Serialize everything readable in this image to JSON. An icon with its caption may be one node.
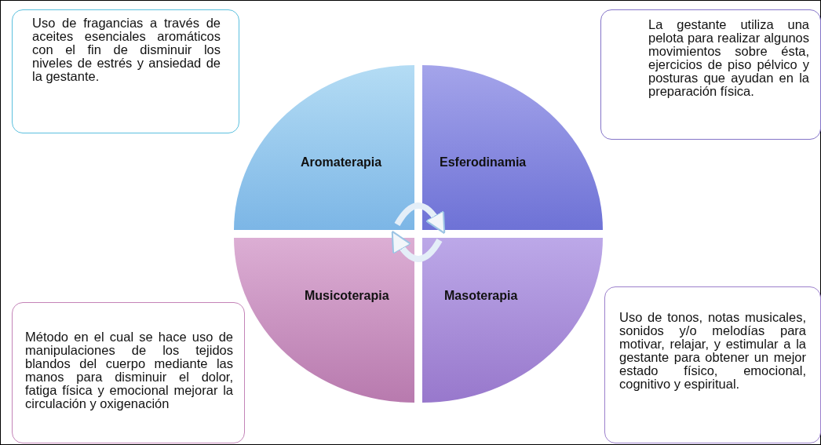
{
  "diagram": {
    "nodes": [
      {
        "text": [
          "Uso de fragancias a través de aceites esenciales aromáticos con el fin de disminuir los niveles de estrés y ansiedad de la gestante."
        ]
      },
      {
        "text": [
          "La gestante utiliza una pelota para realizar algunos movimientos sobre ésta, ejercicios de piso pélvico y posturas que ayudan en la preparación física."
        ]
      },
      {
        "text": [
          "Aromaterapia"
        ]
      },
      {
        "text": [
          "Esferodinamia"
        ]
      },
      {
        "text": [
          "Musicoterapia"
        ]
      },
      {
        "text": [
          "Masoterapia"
        ]
      },
      {
        "text": [
          "Método en el cual se hace uso de manipulaciones de los tejidos blandos del cuerpo mediante las manos para disminuir el dolor, fatiga física y emocional mejorar la circulación y oxigenación"
        ]
      },
      {
        "text": [
          "Uso de tonos, notas musicales, sonidos y/o melodías para motivar, relajar, y estimular a la gestante para obtener un mejor estado físico, emocional, cognitivo y espiritual."
        ]
      }
    ],
    "edges": [
      {
        "from": 2,
        "to": 3,
        "arrow": "to"
      },
      {
        "from": 5,
        "to": 4,
        "arrow": "to"
      }
    ]
  }
}
